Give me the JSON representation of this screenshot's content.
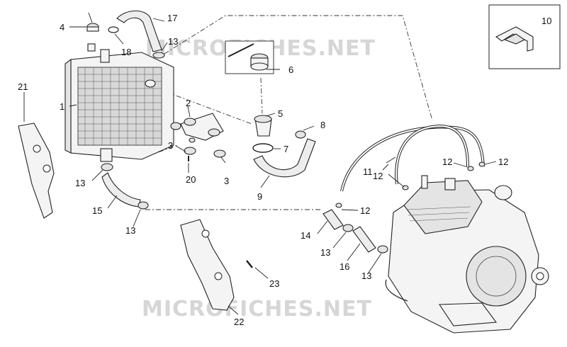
{
  "watermark": {
    "text": "MICROFICHES.NET"
  },
  "callouts": [
    {
      "id": "c1",
      "text": "1"
    },
    {
      "id": "c2",
      "text": "2"
    },
    {
      "id": "c3a",
      "text": "3"
    },
    {
      "id": "c3b",
      "text": "3"
    },
    {
      "id": "c4",
      "text": "4"
    },
    {
      "id": "c5",
      "text": "5"
    },
    {
      "id": "c6",
      "text": "6"
    },
    {
      "id": "c7",
      "text": "7"
    },
    {
      "id": "c8",
      "text": "8"
    },
    {
      "id": "c9",
      "text": "9"
    },
    {
      "id": "c10",
      "text": "10"
    },
    {
      "id": "c11",
      "text": "11"
    },
    {
      "id": "c12a",
      "text": "12"
    },
    {
      "id": "c12b",
      "text": "12"
    },
    {
      "id": "c12c",
      "text": "12"
    },
    {
      "id": "c12d",
      "text": "12"
    },
    {
      "id": "c13a",
      "text": "13"
    },
    {
      "id": "c13b",
      "text": "13"
    },
    {
      "id": "c13c",
      "text": "13"
    },
    {
      "id": "c13d",
      "text": "13"
    },
    {
      "id": "c13e",
      "text": "13"
    },
    {
      "id": "c14",
      "text": "14"
    },
    {
      "id": "c15",
      "text": "15"
    },
    {
      "id": "c16",
      "text": "16"
    },
    {
      "id": "c17",
      "text": "17"
    },
    {
      "id": "c18",
      "text": "18"
    },
    {
      "id": "c20",
      "text": "20"
    },
    {
      "id": "c21",
      "text": "21"
    },
    {
      "id": "c22",
      "text": "22"
    },
    {
      "id": "c23",
      "text": "23"
    }
  ]
}
